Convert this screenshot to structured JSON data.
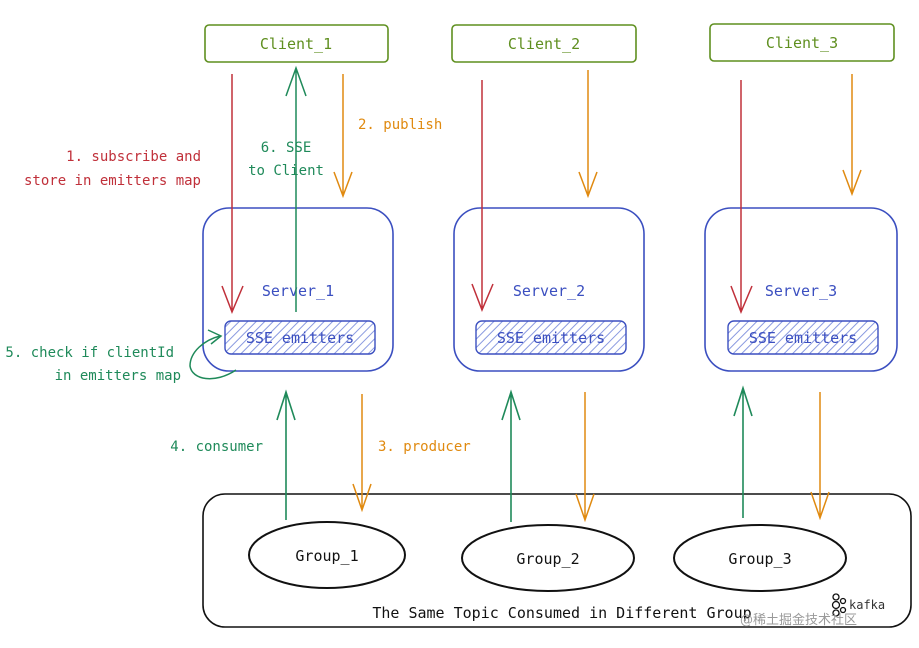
{
  "clients": [
    "Client_1",
    "Client_2",
    "Client_3"
  ],
  "servers": [
    "Server_1",
    "Server_2",
    "Server_3"
  ],
  "emitters_label": "SSE emitters",
  "groups": [
    "Group_1",
    "Group_2",
    "Group_3"
  ],
  "kafka": {
    "caption": "The Same Topic Consumed in Different Group",
    "logo_text": "kafka"
  },
  "steps": {
    "subscribe": [
      "1. subscribe and",
      "store in emitters map"
    ],
    "publish": "2. publish",
    "producer": "3. producer",
    "consumer": "4. consumer",
    "check": [
      "5. check if clientId",
      "in emitters map"
    ],
    "sse": [
      "6. SSE",
      "to Client"
    ]
  },
  "watermark": "@稀土掘金技术社区",
  "colors": {
    "client": "#5f8f1f",
    "client_fill": "#ffffff",
    "server": "#3b4fc0",
    "emitter_hatch": "#8a9ae0",
    "subscribe": "#c0303a",
    "publish": "#e08a10",
    "consumer": "#1f8a5a",
    "kafka": "#111111",
    "watermark": "#9a9a9a"
  }
}
